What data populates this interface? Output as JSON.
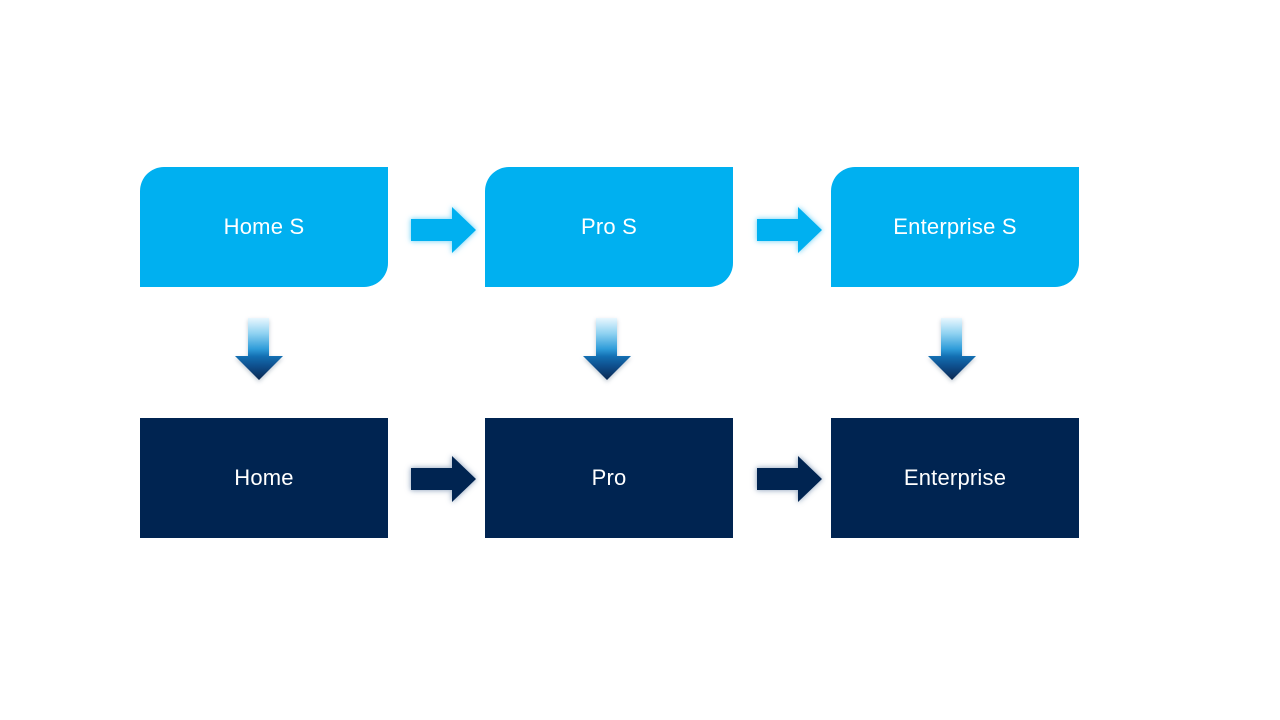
{
  "diagram": {
    "title": "",
    "type": "two-row process flow",
    "colors": {
      "light_blue": "#00B0F0",
      "dark_navy": "#002451",
      "text": "#FFFFFF",
      "down_arrow_gradient_top": "#E9F7FE",
      "down_arrow_gradient_bottom": "#0A2850",
      "light_arrow_glow": "#8EDCF8",
      "dark_arrow_glow": "#AAB9CC"
    },
    "top_row": [
      {
        "label": "Home S"
      },
      {
        "label": "Pro S"
      },
      {
        "label": "Enterprise S"
      }
    ],
    "bottom_row": [
      {
        "label": "Home"
      },
      {
        "label": "Pro"
      },
      {
        "label": "Enterprise"
      }
    ],
    "connections": {
      "horizontal": "right-arrow between adjacent boxes in each row",
      "vertical": "gradient down-arrow from each top box to the box below"
    }
  }
}
